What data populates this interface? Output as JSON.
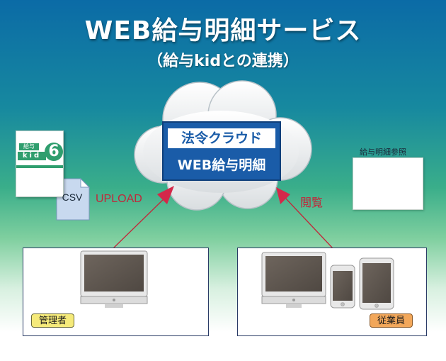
{
  "header": {
    "title": "WEB給与明細サービス",
    "subtitle": "（給与kidとの連携）"
  },
  "cloud": {
    "brand": "法令クラウド",
    "service": "WEB給与明細"
  },
  "product": {
    "label_top": "給与",
    "label_kid": "kid",
    "version": "6"
  },
  "file": {
    "type": "CSV"
  },
  "arrows": {
    "upload_label": "UPLOAD",
    "view_label": "閲覧"
  },
  "reference": {
    "title": "給与明細参照"
  },
  "panels": {
    "admin_label": "管理者",
    "staff_label": "従業員"
  },
  "colors": {
    "brand_blue": "#1a5ca8",
    "arrow_red": "#c0283a",
    "admin_badge": "#f5ea7a",
    "staff_badge": "#f2a75a"
  }
}
